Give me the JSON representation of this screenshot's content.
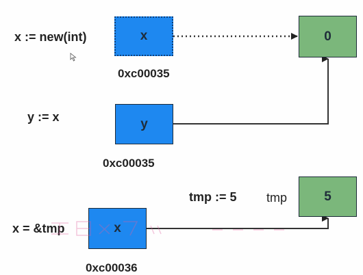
{
  "stmt1": {
    "code": "x := new(int)",
    "var": "x",
    "addr": "0xc00035",
    "value": "0"
  },
  "stmt2": {
    "code": "y := x",
    "var": "y",
    "addr": "0xc00035"
  },
  "stmt3": {
    "code": "x = &tmp",
    "var": "x",
    "addr": "0xc00036",
    "tmp_code": "tmp := 5",
    "tmp_label": "tmp",
    "tmp_value": "5"
  },
  "colors": {
    "pointer_box": "#1e88f0",
    "value_box": "#7bb77b",
    "line": "#333333"
  }
}
